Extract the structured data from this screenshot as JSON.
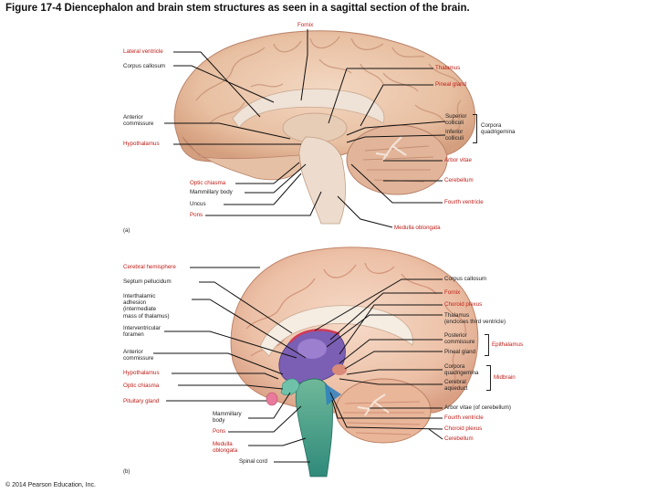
{
  "title": "Figure 17-4 Diencephalon and brain stem structures as seen in a sagittal section of the brain.",
  "copyright": "© 2014 Pearson Education, Inc.",
  "panels": {
    "a": "(a)",
    "b": "(b)"
  },
  "colors": {
    "red_label": "#c0201b",
    "black_label": "#222222"
  },
  "panel_a": {
    "fornix": "Fornix",
    "lateral_ventricle": "Lateral ventricle",
    "corpus_callosum": "Corpus callosum",
    "thalamus": "Thalamus",
    "pineal_gland": "Pineal gland",
    "anterior_commissure": "Anterior\ncommissure",
    "superior_colliculi": "Superior\ncolliculi",
    "inferior_colliculi": "Inferior\ncolliculi",
    "corpora_quadrigemina": "Corpora\nquadrigemina",
    "hypothalamus": "Hypothalamus",
    "arbor_vitae": "Arbor vitae",
    "cerebellum": "Cerebellum",
    "optic_chiasma": "Optic chiasma",
    "mammillary_body": "Mammillary body",
    "fourth_ventricle": "Fourth ventricle",
    "uncus": "Uncus",
    "pons": "Pons",
    "medulla_oblongata": "Medulla oblongata"
  },
  "panel_b": {
    "cerebral_hemisphere": "Cerebral hemisphere",
    "septum_pellucidum": "Septum pellucidum",
    "corpus_callosum": "Corpus callosum",
    "fornix": "Fornix",
    "interthalamic_adhesion": "Interthalamic\nadhesion\n(intermediate\nmass of thalamus)",
    "choroid_plexus": "Choroid plexus",
    "thalamus": "Thalamus\n(encloses third ventricle)",
    "interventricular_foramen": "Interventricular\nforamen",
    "posterior_commissure": "Posterior\ncommissure",
    "epithalamus": "Epithalamus",
    "pineal_gland": "Pineal gland",
    "anterior_commissure": "Anterior\ncommissure",
    "corpora_quadrigemina": "Corpora\nquadrigemina",
    "midbrain": "Midbrain",
    "cerebral_aqueduct": "Cerebral\naqueduct",
    "hypothalamus": "Hypothalamus",
    "optic_chiasma": "Optic chiasma",
    "pituitary_gland": "Pituitary gland",
    "arbor_vitae": "Arbor vitae (of cerebellum)",
    "mammillary_body": "Mammillary\nbody",
    "fourth_ventricle": "Fourth ventricle",
    "choroid_plexus_2": "Choroid plexus",
    "pons": "Pons",
    "cerebellum": "Cerebellum",
    "medulla_oblongata": "Medulla\noblongata",
    "spinal_cord": "Spinal cord"
  }
}
